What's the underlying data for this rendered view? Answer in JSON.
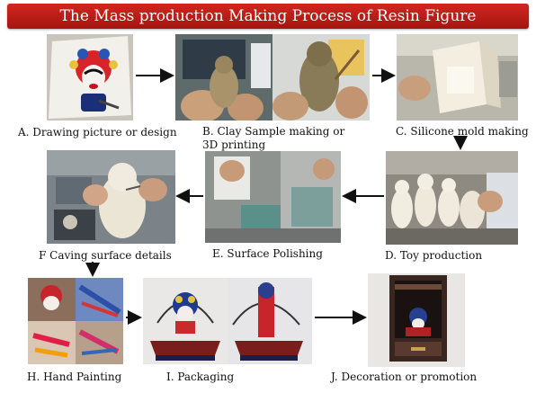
{
  "header": {
    "title": "The Mass production Making Process of  Resin Figure"
  },
  "steps": {
    "a": {
      "label": "A. Drawing picture or design"
    },
    "b": {
      "label_line1": "B. Clay Sample making or",
      "label_line2": "3D printing"
    },
    "c": {
      "label": "C. Silicone mold making"
    },
    "d": {
      "label": "D. Toy production"
    },
    "e": {
      "label": "E. Surface Polishing"
    },
    "f": {
      "label": "F Caving surface details"
    },
    "h": {
      "label": "H. Hand Painting"
    },
    "i": {
      "label": "I. Packaging"
    },
    "j": {
      "label": "J. Decoration or promotion"
    }
  },
  "colors": {
    "banner": "#c01c16",
    "arrow": "#111111"
  }
}
